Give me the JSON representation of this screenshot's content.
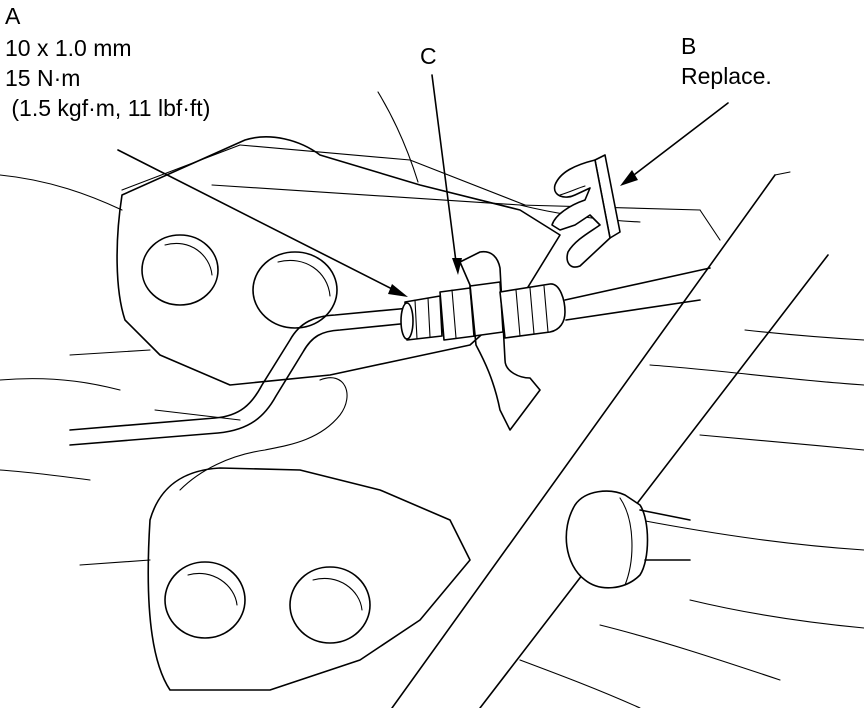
{
  "callouts": {
    "a": {
      "letter": "A",
      "line1": "10 x 1.0 mm",
      "line2": "15 N·m",
      "line3": " (1.5 kgf·m, 11 lbf·ft)"
    },
    "b": {
      "letter": "B",
      "note": "Replace."
    },
    "c": {
      "letter": "C"
    }
  },
  "colors": {
    "line": "#000000",
    "background": "#ffffff"
  }
}
